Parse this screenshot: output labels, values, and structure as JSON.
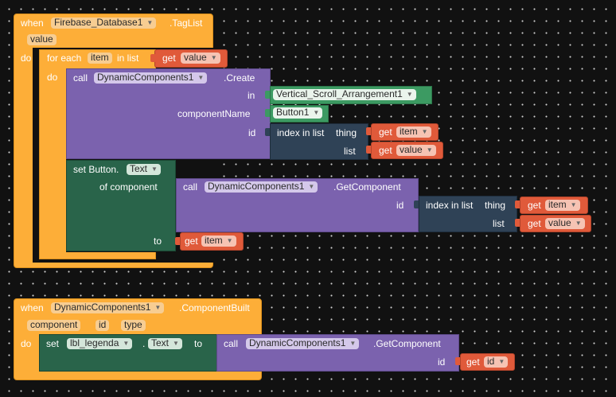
{
  "event1": {
    "when": "when",
    "component": "Firebase_Database1",
    "event_name": ".TagList",
    "param": "value",
    "do": "do",
    "foreach": {
      "for_each": "for each",
      "var": "item",
      "in_list": "in list",
      "get": "get",
      "get_value": "value",
      "do": "do",
      "create": {
        "call": "call",
        "component": "DynamicComponents1",
        "method": ".Create",
        "in_label": "in",
        "in_value": "Vertical_Scroll_Arrangement1",
        "componentName_label": "componentName",
        "componentName_value": "Button1",
        "id_label": "id",
        "index_in_list": "index in list",
        "thing": "thing",
        "list": "list",
        "thing_get": "get",
        "thing_value": "item",
        "list_get": "get",
        "list_value": "value"
      },
      "set": {
        "set": "set Button.",
        "prop": "Text",
        "of_component": "of component",
        "to": "to",
        "call": "call",
        "component": "DynamicComponents1",
        "method": ".GetComponent",
        "id_label": "id",
        "index_in_list": "index in list",
        "thing": "thing",
        "list": "list",
        "thing_get": "get",
        "thing_value": "item",
        "list_get": "get",
        "list_value": "value",
        "to_get": "get",
        "to_value": "item"
      }
    }
  },
  "event2": {
    "when": "when",
    "component": "DynamicComponents1",
    "event_name": ".ComponentBuilt",
    "params": [
      "component",
      "id",
      "type"
    ],
    "do": "do",
    "set": {
      "set": "set",
      "target": "lbl_legenda",
      "dot": ".",
      "prop": "Text",
      "to": "to",
      "call": "call",
      "component": "DynamicComponents1",
      "method": ".GetComponent",
      "id_label": "id",
      "get": "get",
      "get_value": "id"
    }
  },
  "colors": {
    "event": "#fdae38",
    "procedure": "#7b62ae",
    "list": "#2f4256",
    "text": "#3c9a62",
    "setter": "#29644a",
    "variable_get": "#e05a3a",
    "workspace": "#111111"
  },
  "icons": {
    "dropdown": "▼"
  }
}
